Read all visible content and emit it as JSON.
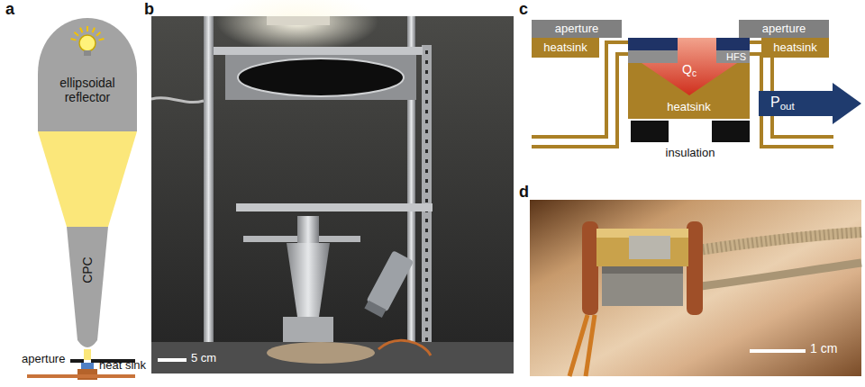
{
  "diagram": {
    "nodes": [
      {
        "text": [
          "ellipsoidal reflector"
        ]
      },
      {
        "text": [
          "CPC"
        ]
      },
      {
        "text": [
          "aperture"
        ]
      },
      {
        "text": [
          "heatsink"
        ]
      },
      {
        "text": [
          "aperture"
        ]
      },
      {
        "text": [
          "heatsink"
        ]
      },
      {
        "text": [
          "HFS"
        ]
      },
      {
        "text": [
          "Qc"
        ]
      },
      {
        "text": [
          "heatsink"
        ]
      },
      {
        "text": [
          "Pout"
        ]
      }
    ],
    "labels": [
      "a",
      "aperture",
      "heat sink",
      "b",
      "5 cm",
      "c",
      "insulation",
      "d",
      "1 cm"
    ]
  }
}
